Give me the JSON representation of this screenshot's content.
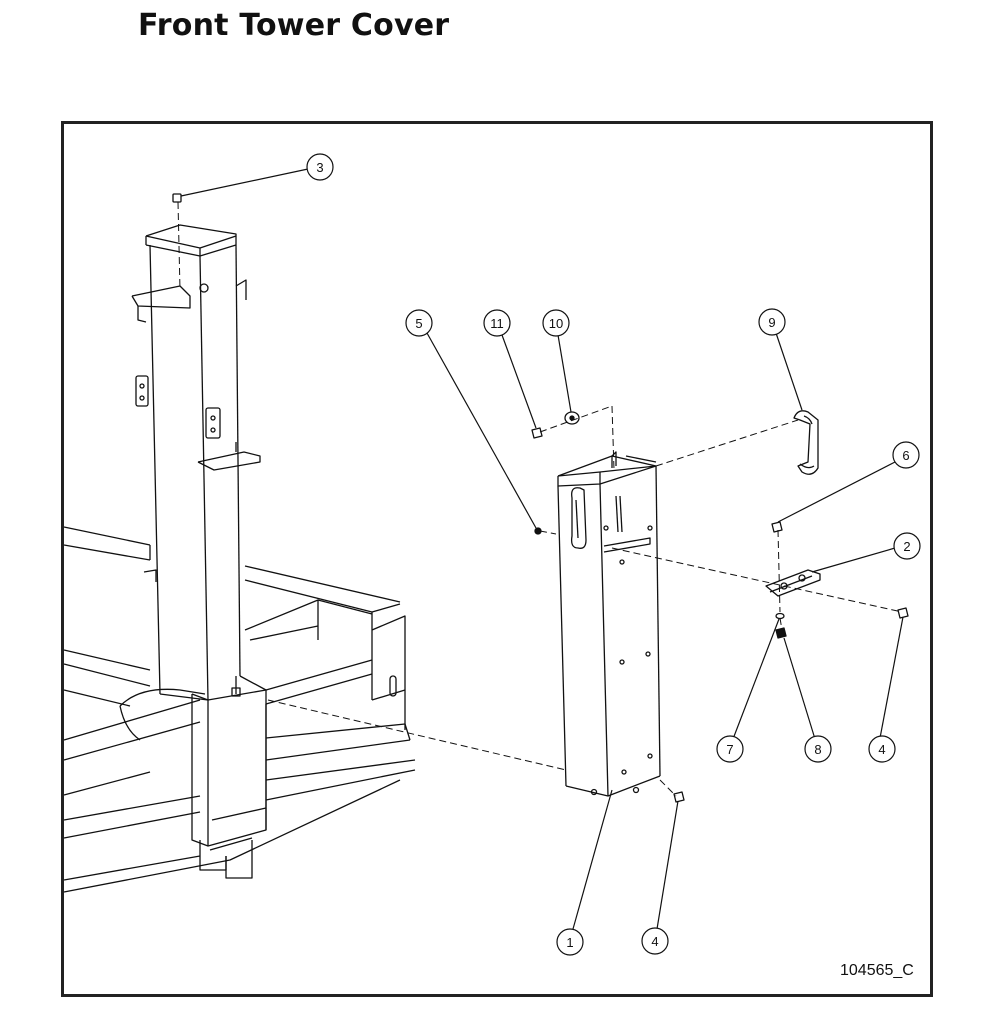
{
  "page": {
    "title": "Front Tower Cover",
    "drawing_number": "104565_C"
  },
  "callouts": [
    {
      "id": "callout-3",
      "label": "3"
    },
    {
      "id": "callout-5",
      "label": "5"
    },
    {
      "id": "callout-11",
      "label": "11"
    },
    {
      "id": "callout-10",
      "label": "10"
    },
    {
      "id": "callout-9",
      "label": "9"
    },
    {
      "id": "callout-6",
      "label": "6"
    },
    {
      "id": "callout-2",
      "label": "2"
    },
    {
      "id": "callout-7",
      "label": "7"
    },
    {
      "id": "callout-8",
      "label": "8"
    },
    {
      "id": "callout-4a",
      "label": "4"
    },
    {
      "id": "callout-1",
      "label": "1"
    },
    {
      "id": "callout-4b",
      "label": "4"
    }
  ]
}
